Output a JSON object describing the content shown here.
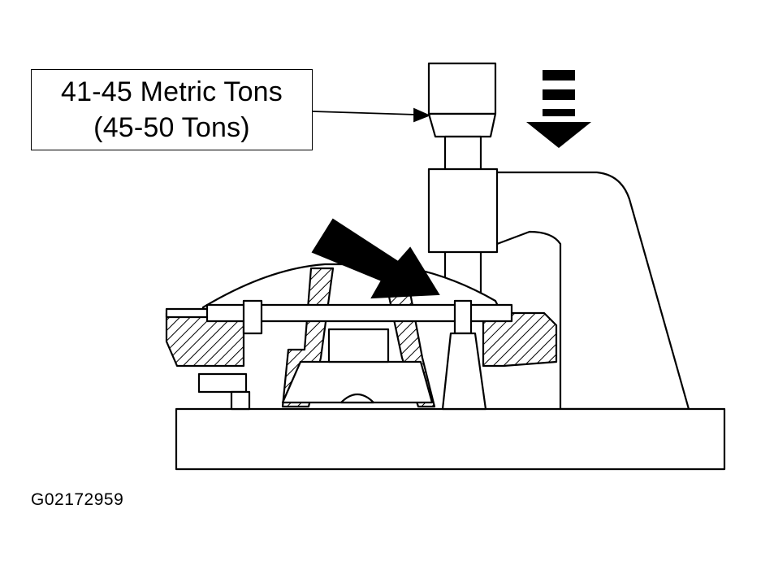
{
  "callout": {
    "line1": "41-45 Metric Tons",
    "line2": "(45-50 Tons)"
  },
  "figure_id": "G02172959",
  "icons": [
    "downward-force-arrow-icon",
    "pointer-arrow-icon"
  ],
  "colors": {
    "ink": "#000000",
    "paper": "#ffffff"
  }
}
